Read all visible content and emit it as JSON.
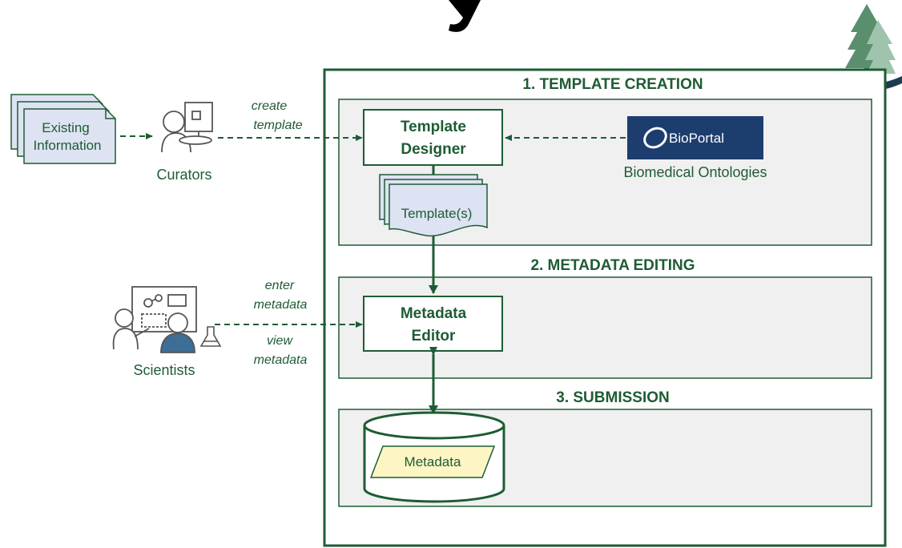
{
  "sections": {
    "template_creation": "1. TEMPLATE CREATION",
    "metadata_editing": "2. METADATA EDITING",
    "submission": "3. SUBMISSION"
  },
  "nodes": {
    "existing_information": {
      "line1": "Existing",
      "line2": "Information"
    },
    "curators": "Curators",
    "scientists": "Scientists",
    "template_designer": {
      "line1": "Template",
      "line2": "Designer"
    },
    "templates": "Template(s)",
    "metadata_editor": {
      "line1": "Metadata",
      "line2": "Editor"
    },
    "metadata": "Metadata",
    "bioportal": {
      "logo_text": "BioPortal",
      "caption": "Biomedical Ontologies"
    }
  },
  "edges": {
    "create_template": {
      "line1": "create",
      "line2": "template"
    },
    "enter_metadata": {
      "line1": "enter",
      "line2": "metadata"
    },
    "view_metadata": {
      "line1": "view",
      "line2": "metadata"
    }
  },
  "colors": {
    "accent_green": "#1e5c34",
    "panel_gray": "#f0f0f0",
    "document_fill": "#dde3f2",
    "metadata_fill": "#fdf6c4",
    "bioportal_blue": "#1d3d6f"
  },
  "icons": [
    "tree-logo-icon",
    "curator-icon",
    "scientists-icon",
    "flask-icon",
    "bioportal-logo-icon"
  ]
}
